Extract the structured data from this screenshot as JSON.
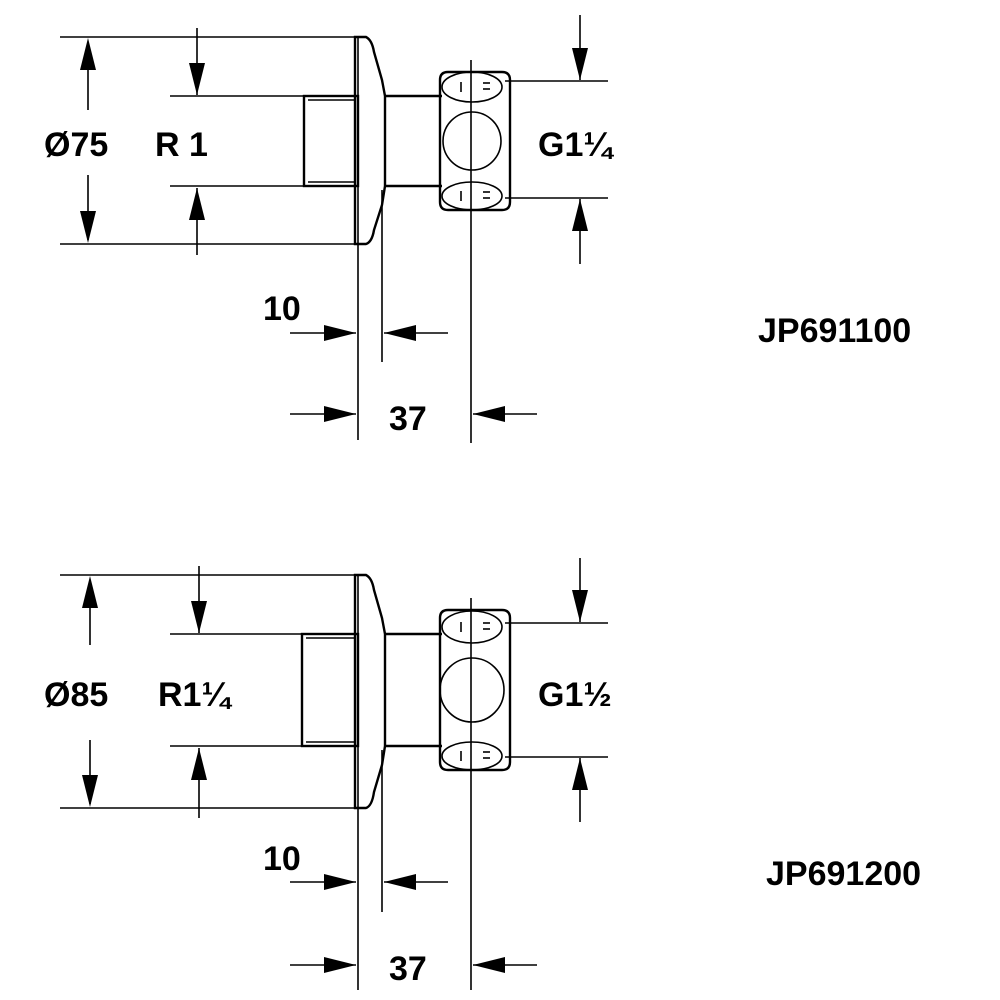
{
  "drawings": [
    {
      "id": "JP691100",
      "code": "JP691100",
      "outer_diameter": "Ø75",
      "inlet_thread": "R 1",
      "outlet_thread": "G1¼",
      "flange_thickness": "10",
      "overall_length": "37"
    },
    {
      "id": "JP691200",
      "code": "JP691200",
      "outer_diameter": "Ø85",
      "inlet_thread": "R1¼",
      "outlet_thread": "G1½",
      "flange_thickness": "10",
      "overall_length": "37"
    }
  ]
}
